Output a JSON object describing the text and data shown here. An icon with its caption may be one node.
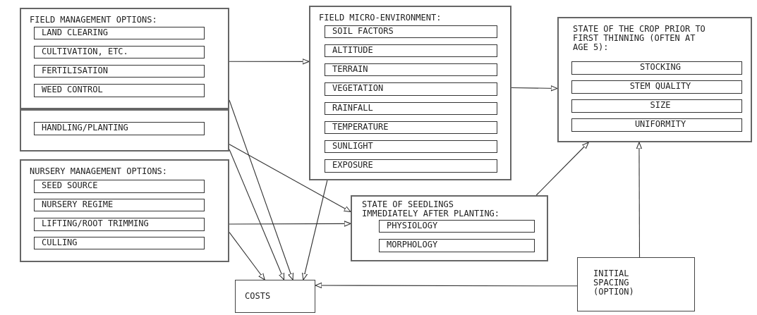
{
  "diagram": {
    "nodes": [
      {
        "text": [
          "FIELD MANAGEMENT OPTIONS:"
        ]
      },
      {
        "text": [
          "LAND CLEARING"
        ],
        "in": 0
      },
      {
        "text": [
          "CULTIVATION, ETC."
        ],
        "in": 0
      },
      {
        "text": [
          "FERTILISATION"
        ],
        "in": 0
      },
      {
        "text": [
          "WEED CONTROL"
        ],
        "in": 0
      },
      {
        "text": [],
        "shape": "box"
      },
      {
        "text": [
          "HANDLING/PLANTING"
        ],
        "in": 5
      },
      {
        "text": [
          "FIELD MICRO-ENVIRONMENT:"
        ]
      },
      {
        "text": [
          "SOIL FACTORS"
        ],
        "in": 7
      },
      {
        "text": [
          "ALTITUDE"
        ],
        "in": 7
      },
      {
        "text": [
          "TERRAIN"
        ],
        "in": 7
      },
      {
        "text": [
          "VEGETATION"
        ],
        "in": 7
      },
      {
        "text": [
          "RAINFALL"
        ],
        "in": 7
      },
      {
        "text": [
          "TEMPERATURE"
        ],
        "in": 7
      },
      {
        "text": [
          "SUNLIGHT"
        ],
        "in": 7
      },
      {
        "text": [
          "EXPOSURE"
        ],
        "in": 7
      },
      {
        "text": [
          "STATE OF THE CROP PRIOR TO FIRST THINNING (OFTEN AT AGE 5):"
        ]
      },
      {
        "text": [
          "STOCKING"
        ],
        "in": 16
      },
      {
        "text": [
          "STEM QUALITY"
        ],
        "in": 16
      },
      {
        "text": [
          "SIZE"
        ],
        "in": 16
      },
      {
        "text": [
          "UNIFORMITY"
        ],
        "in": 16
      },
      {
        "text": [
          "NURSERY MANAGEMENT OPTIONS:"
        ]
      },
      {
        "text": [
          "SEED SOURCE"
        ],
        "in": 21
      },
      {
        "text": [
          "NURSERY REGIME"
        ],
        "in": 21
      },
      {
        "text": [
          "LIFTING/ROOT TRIMMING"
        ],
        "in": 21
      },
      {
        "text": [
          "CULLING"
        ],
        "in": 21
      },
      {
        "text": [
          "STATE OF SEEDLINGS IMMEDIATELY AFTER PLANTING:"
        ]
      },
      {
        "text": [
          "PHYSIOLOGY"
        ],
        "in": 26
      },
      {
        "text": [
          "MORPHOLOGY"
        ],
        "in": 26
      },
      {
        "text": [
          "INITIAL SPACING (OPTION)"
        ]
      },
      {
        "text": [
          "COSTS"
        ]
      }
    ],
    "edges": [
      {
        "from": 0,
        "to": 7,
        "arrow": "to"
      },
      {
        "from": 7,
        "to": 16,
        "arrow": "to"
      },
      {
        "from": 0,
        "to": 30,
        "arrow": "to"
      },
      {
        "from": 5,
        "to": 30,
        "arrow": "to"
      },
      {
        "from": 5,
        "to": 26,
        "arrow": "to"
      },
      {
        "from": 21,
        "to": 26,
        "arrow": "to"
      },
      {
        "from": 21,
        "to": 30,
        "arrow": "to"
      },
      {
        "from": 7,
        "to": 30,
        "arrow": "to"
      },
      {
        "from": 26,
        "to": 16,
        "arrow": "to"
      },
      {
        "from": 29,
        "to": 16,
        "arrow": "to"
      },
      {
        "from": 29,
        "to": 30,
        "arrow": "to"
      }
    ]
  }
}
